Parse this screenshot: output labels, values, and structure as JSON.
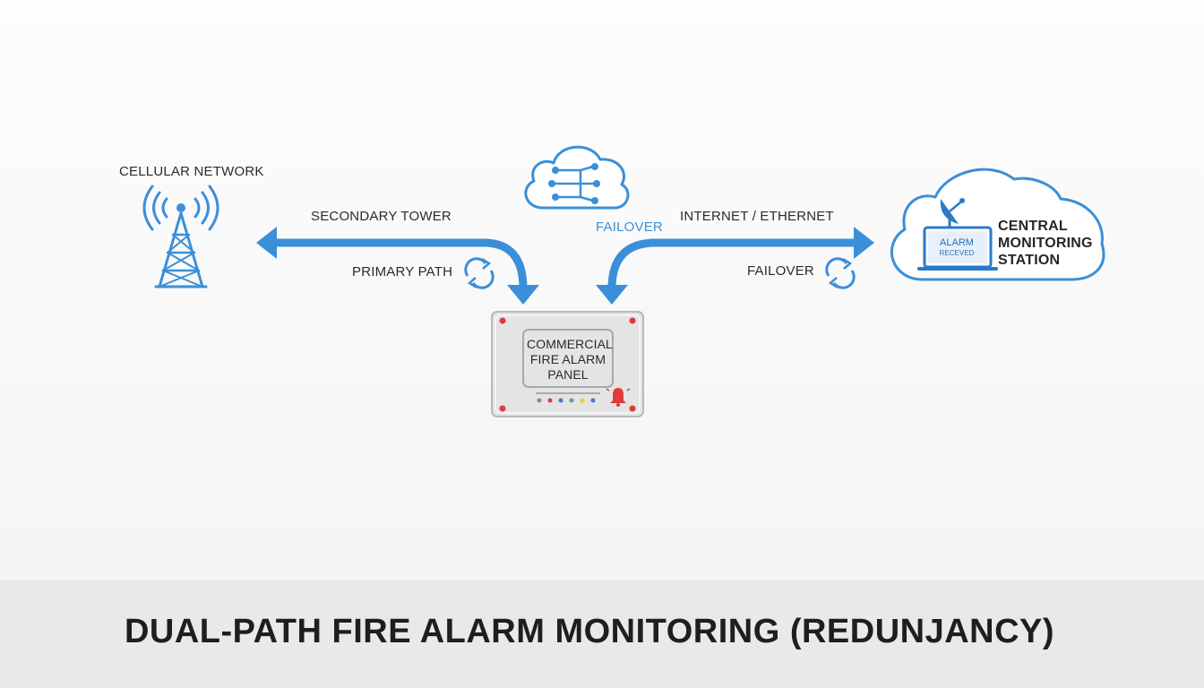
{
  "diagram": {
    "title": "DUAL-PATH FIRE ALARM MONITORING (REDUNJANCY)",
    "nodes": {
      "cellular": {
        "label": "CELLULAR NETWORK",
        "icon": "cell-tower-icon"
      },
      "cloud_hub": {
        "icon": "cloud-network-icon"
      },
      "panel": {
        "lines": [
          "COMMERCIAL",
          "FIRE ALARM",
          "PANEL"
        ],
        "icon": "alarm-bell-icon"
      },
      "station": {
        "lines": [
          "CENTRAL",
          "MONITORING",
          "STATION"
        ],
        "screen_line1": "ALARM",
        "screen_line2": "RECEVED",
        "icon": "satellite-dish-icon"
      }
    },
    "paths": {
      "left_top": "SECONDARY TOWER",
      "left_bottom": "PRIMARY PATH",
      "center": "FAILOVER",
      "right_top": "INTERNET / ETHERNET",
      "right_bottom": "FAILOVER"
    },
    "colors": {
      "accent": "#3a8fd8",
      "text": "#2b2b2b",
      "panel_led_red": "#e03a3a",
      "title_bar": "#e9e9e9"
    }
  }
}
